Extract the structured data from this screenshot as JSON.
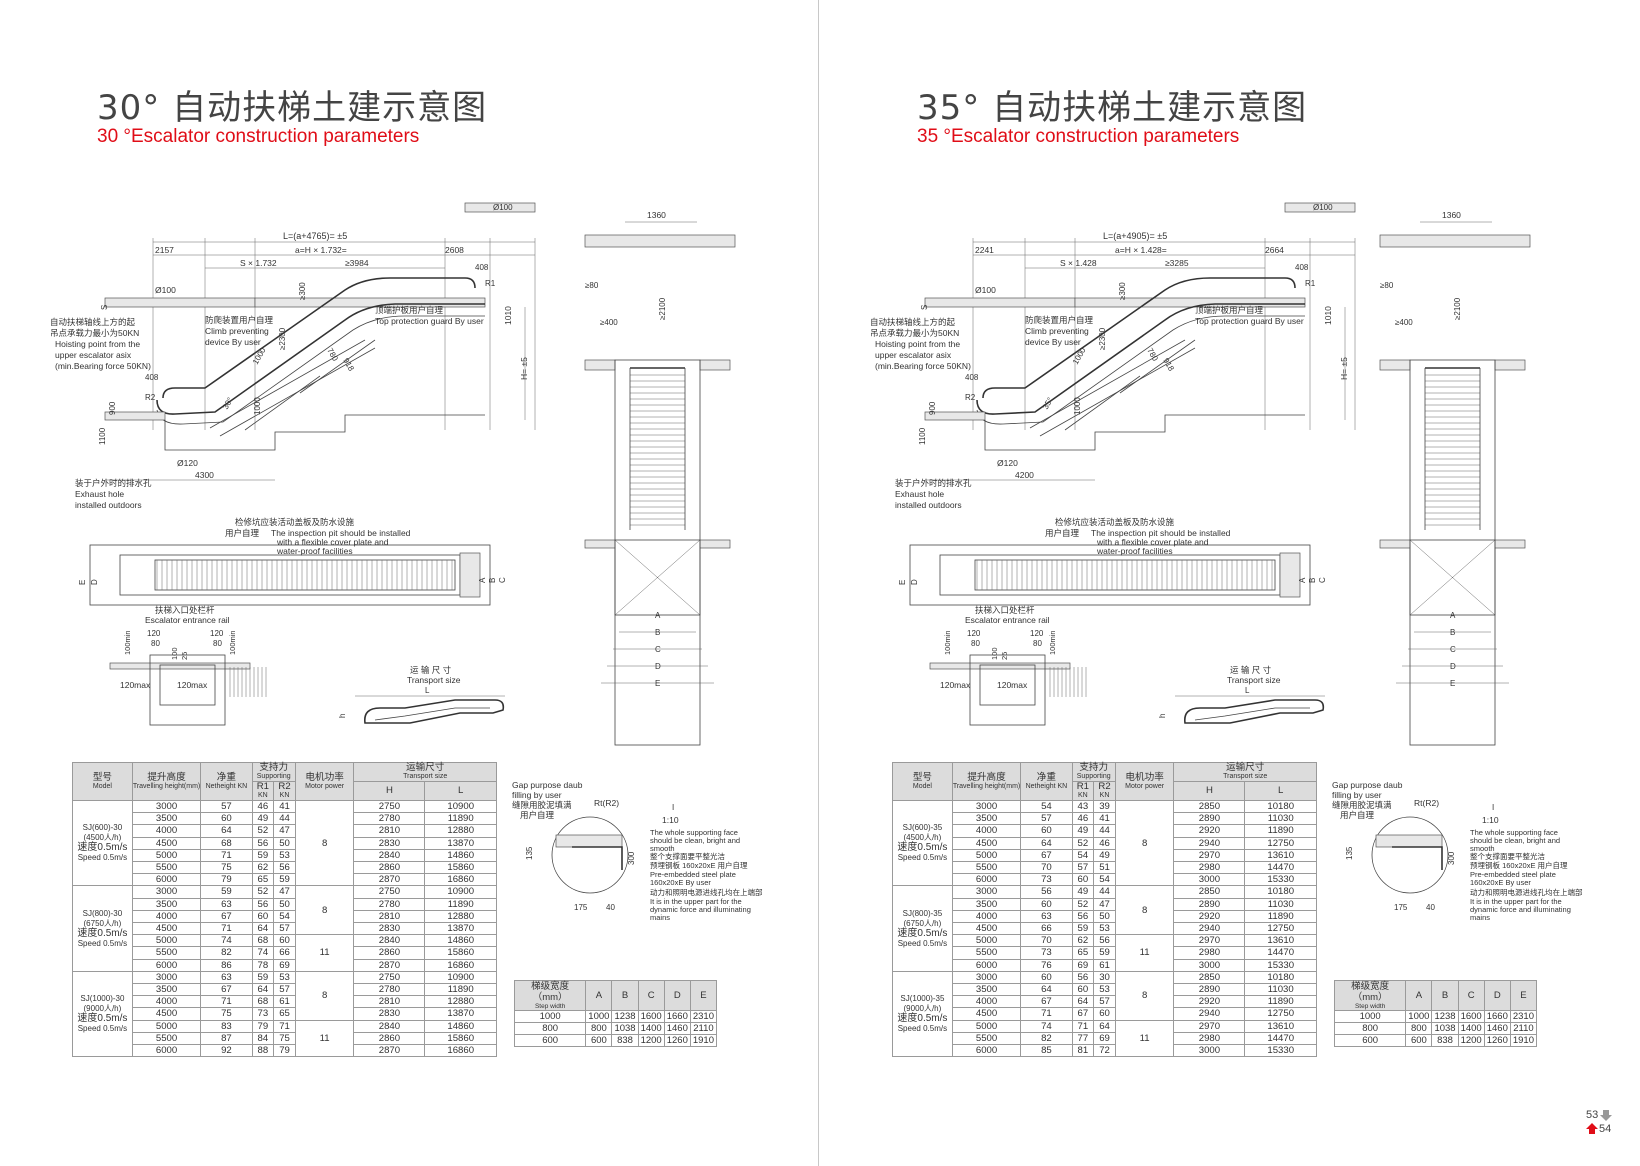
{
  "left": {
    "title_cn": "30° 自动扶梯土建示意图",
    "title_en": "30 °Escalator construction parameters",
    "dims": {
      "L": "L=(a+4765)=     ±5",
      "a": "a=H × 1.732=",
      "s": "S × 1.732",
      "d3984": "≥3984",
      "d2157": "2157",
      "d2608": "2608",
      "d4300": "4300",
      "angle": "30°",
      "d1010": "1010"
    },
    "table_rows": [
      [
        "3000",
        "57",
        "46",
        "41",
        "2750",
        "10900"
      ],
      [
        "3500",
        "60",
        "49",
        "44",
        "2780",
        "11890"
      ],
      [
        "4000",
        "64",
        "52",
        "47",
        "2810",
        "12880"
      ],
      [
        "4500",
        "68",
        "56",
        "50",
        "2830",
        "13870"
      ],
      [
        "5000",
        "71",
        "59",
        "53",
        "2840",
        "14860"
      ],
      [
        "5500",
        "75",
        "62",
        "56",
        "2860",
        "15860"
      ],
      [
        "6000",
        "79",
        "65",
        "59",
        "2870",
        "16860"
      ],
      [
        "3000",
        "59",
        "52",
        "47",
        "2750",
        "10900"
      ],
      [
        "3500",
        "63",
        "56",
        "50",
        "2780",
        "11890"
      ],
      [
        "4000",
        "67",
        "60",
        "54",
        "2810",
        "12880"
      ],
      [
        "4500",
        "71",
        "64",
        "57",
        "2830",
        "13870"
      ],
      [
        "5000",
        "74",
        "68",
        "60",
        "2840",
        "14860"
      ],
      [
        "5500",
        "82",
        "74",
        "66",
        "2860",
        "15860"
      ],
      [
        "6000",
        "86",
        "78",
        "69",
        "2870",
        "16860"
      ],
      [
        "3000",
        "63",
        "59",
        "53",
        "2750",
        "10900"
      ],
      [
        "3500",
        "67",
        "64",
        "57",
        "2780",
        "11890"
      ],
      [
        "4000",
        "71",
        "68",
        "61",
        "2810",
        "12880"
      ],
      [
        "4500",
        "75",
        "73",
        "65",
        "2830",
        "13870"
      ],
      [
        "5000",
        "83",
        "79",
        "71",
        "2840",
        "14860"
      ],
      [
        "5500",
        "87",
        "84",
        "75",
        "2860",
        "15860"
      ],
      [
        "6000",
        "92",
        "88",
        "79",
        "2870",
        "16860"
      ]
    ],
    "models": [
      {
        "name": "SJ(600)-30",
        "cap": "(4500人/h)"
      },
      {
        "name": "SJ(800)-30",
        "cap": "(6750人/h)"
      },
      {
        "name": "SJ(1000)-30",
        "cap": "(9000人/h)"
      }
    ]
  },
  "right": {
    "title_cn": "35° 自动扶梯土建示意图",
    "title_en": "35 °Escalator construction parameters",
    "dims": {
      "L": "L=(a+4905)=     ±5",
      "a": "a=H × 1.428=",
      "s": "S × 1.428",
      "d3984": "≥3285",
      "d2157": "2241",
      "d2608": "2664",
      "d4300": "4200",
      "angle": "35°",
      "d1010": "1010"
    },
    "table_rows": [
      [
        "3000",
        "54",
        "43",
        "39",
        "2850",
        "10180"
      ],
      [
        "3500",
        "57",
        "46",
        "41",
        "2890",
        "11030"
      ],
      [
        "4000",
        "60",
        "49",
        "44",
        "2920",
        "11890"
      ],
      [
        "4500",
        "64",
        "52",
        "46",
        "2940",
        "12750"
      ],
      [
        "5000",
        "67",
        "54",
        "49",
        "2970",
        "13610"
      ],
      [
        "5500",
        "70",
        "57",
        "51",
        "2980",
        "14470"
      ],
      [
        "6000",
        "73",
        "60",
        "54",
        "3000",
        "15330"
      ],
      [
        "3000",
        "56",
        "49",
        "44",
        "2850",
        "10180"
      ],
      [
        "3500",
        "60",
        "52",
        "47",
        "2890",
        "11030"
      ],
      [
        "4000",
        "63",
        "56",
        "50",
        "2920",
        "11890"
      ],
      [
        "4500",
        "66",
        "59",
        "53",
        "2940",
        "12750"
      ],
      [
        "5000",
        "70",
        "62",
        "56",
        "2970",
        "13610"
      ],
      [
        "5500",
        "73",
        "65",
        "59",
        "2980",
        "14470"
      ],
      [
        "6000",
        "76",
        "69",
        "61",
        "3000",
        "15330"
      ],
      [
        "3000",
        "60",
        "56",
        "30",
        "2850",
        "10180"
      ],
      [
        "3500",
        "64",
        "60",
        "53",
        "2890",
        "11030"
      ],
      [
        "4000",
        "67",
        "64",
        "57",
        "2920",
        "11890"
      ],
      [
        "4500",
        "71",
        "67",
        "60",
        "2940",
        "12750"
      ],
      [
        "5000",
        "74",
        "71",
        "64",
        "2970",
        "13610"
      ],
      [
        "5500",
        "82",
        "77",
        "69",
        "2980",
        "14470"
      ],
      [
        "6000",
        "85",
        "81",
        "72",
        "3000",
        "15330"
      ]
    ],
    "models": [
      {
        "name": "SJ(600)-35",
        "cap": "(4500人/h)"
      },
      {
        "name": "SJ(800)-35",
        "cap": "(6750人/h)"
      },
      {
        "name": "SJ(1000)-35",
        "cap": "(9000人/h)"
      }
    ]
  },
  "common": {
    "headers": {
      "model_cn": "型号",
      "model_en": "Model",
      "travel_cn": "提升高度",
      "travel_en": "Travelling height(mm)",
      "weight_cn": "净重",
      "weight_en": "Netheight KN",
      "support_cn": "支持力",
      "support_en": "Supporting",
      "r1": "R1",
      "r2": "R2",
      "kn": "KN",
      "motor_cn": "电机功率",
      "motor_en": "Motor power",
      "transport_cn": "运输尺寸",
      "transport_en": "Transport size",
      "h": "H",
      "l": "L"
    },
    "motor_values": [
      "8",
      "8",
      "11",
      "8",
      "11"
    ],
    "speed_cn": "速度0.5m/s",
    "speed_en": "Speed 0.5m/s",
    "step_width": {
      "header_cn": "梯级宽度（mm）",
      "header_en": "Step width",
      "cols": [
        "A",
        "B",
        "C",
        "D",
        "E"
      ],
      "rows": [
        [
          "1000",
          "1000",
          "1238",
          "1600",
          "1660",
          "2310"
        ],
        [
          "800",
          "800",
          "1038",
          "1400",
          "1460",
          "2110"
        ],
        [
          "600",
          "600",
          "838",
          "1200",
          "1260",
          "1910"
        ]
      ]
    },
    "labels": {
      "d100": "Ø100",
      "d120": "Ø120",
      "s": "S",
      "r1": "R1",
      "r2": "R2",
      "hoist_cn1": "自动扶梯轴线上方的起",
      "hoist_cn2": "吊点承载力最小为50KN",
      "hoist_en1": "Hoisting point from the",
      "hoist_en2": "upper escalator asix",
      "hoist_en3": "(min.Bearing force 50KN)",
      "climb_cn": "防爬装置用户自理",
      "climb_en1": "Climb preventing",
      "climb_en2": "device By user",
      "top_cn": "顶端护板用户自理",
      "top_en": "Top protection guard By user",
      "exhaust_cn": "装于户外时的排水孔",
      "exhaust_en1": "Exhaust hole",
      "exhaust_en2": "installed outdoors",
      "pit_cn1": "检修坑应装活动盖板及防水设施",
      "pit_cn2": "用户自理",
      "pit_en1": "The inspection pit should be installed",
      "pit_en2": "with a flexible cover plate and",
      "pit_en3": "water-proof facilities",
      "rail_cn": "扶梯入口处栏杆",
      "rail_en": "Escalator entrance rail",
      "transport_cn": "运 输 尺 寸",
      "transport_en": "Transport size",
      "gap_en1": "Gap purpose daub",
      "gap_en2": "filling by user",
      "gap_cn1": "缝隙用胶泥填满",
      "gap_cn2": "用户自理",
      "face_en1": "The whole supporting face",
      "face_en2": "should be clean, bright and",
      "face_en3": "smooth",
      "face_cn": "整个支撑面要平整光洁",
      "plate_cn": "预埋钢板 160x20xE 用户自理",
      "plate_en1": "Pre-embedded steel plate",
      "plate_en2": "160x20xE By user",
      "mains_cn": "动力和照明电源进线孔均在上端部",
      "mains_en1": "It is in the upper part for the",
      "mains_en2": "dynamic force and illuminating",
      "mains_en3": "mains",
      "ratio": "1:10",
      "rt": "Rt(R2)",
      "n1360": "1360",
      "n80": "≥80",
      "n400": "≥400",
      "n2100": "≥2100",
      "n300": "≥300",
      "n1000": "1000",
      "n900": "900",
      "n1100": "1100",
      "n408": "408",
      "n2300": "≥2300",
      "n780": "780",
      "n918": "918",
      "n1000b": "1000",
      "n120": "120",
      "n80b": "80",
      "n100": "100",
      "n25": "25",
      "n100min": "100min",
      "n120max": "120max",
      "n135": "135",
      "n300b": "300",
      "n175": "175",
      "n40": "40",
      "h": "h",
      "L": "L",
      "hlabel": "H=    ±5",
      "A": "A",
      "B": "B",
      "C": "C",
      "D": "D",
      "E": "E",
      "I": "I"
    },
    "page_left": "53",
    "page_right": "54"
  }
}
